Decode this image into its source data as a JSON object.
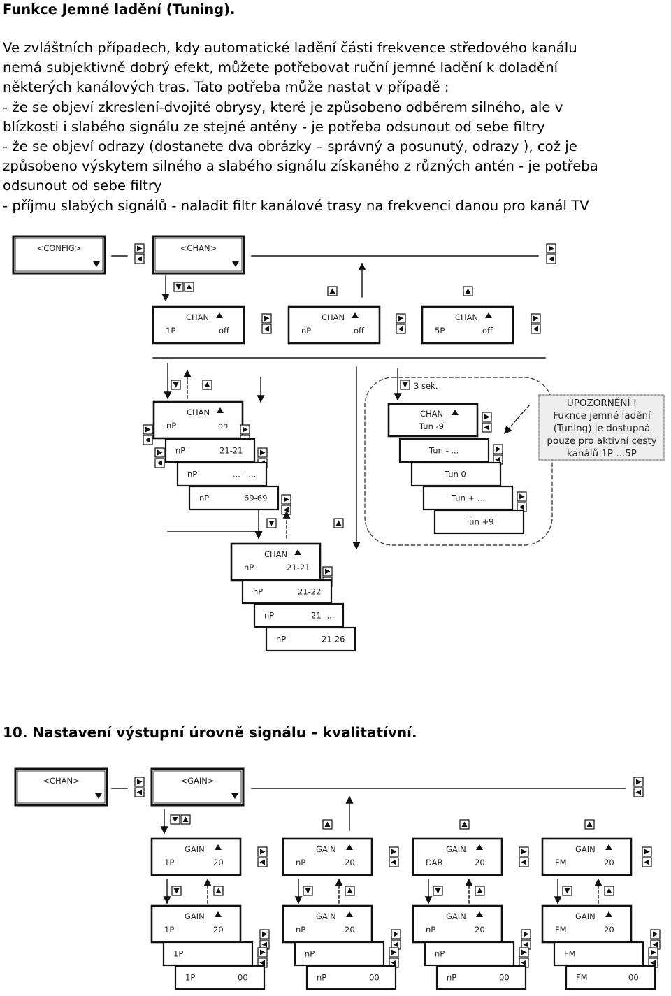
{
  "title": "Funkce Jemné ladění (Tuning).",
  "paragraph": [
    "Ve zvláštních případech, kdy automatické ladění části frekvence středového kanálu",
    "nemá subjektivně dobrý efekt, můžete potřebovat ruční jemné ladění k doladění",
    "některých kanálových tras. Tato potřeba může nastat v případě :",
    "- že se objeví zkreslení-dvojité obrysy, které je způsobeno odběrem silného, ale v",
    "blízkosti  i slabého signálu ze stejné antény - je potřeba odsunout od sebe filtry",
    "- že se objeví odrazy (dostanete dva obrázky – správný a posunutý, odrazy ), což je",
    "způsobeno výskytem silného a slabého signálu  získaného z různých antén - je potřeba",
    "odsunout od sebe filtry",
    "- příjmu slabých signálů - naladit filtr kanálové trasy na frekvenci danou pro kanál TV"
  ],
  "section2_title": "10. Nastavení výstupní úrovně signálu – kvalitatívní.",
  "diagram1": {
    "menu_config": "<CONFIG>",
    "menu_chan": "<CHAN>",
    "chan_boxes": [
      {
        "label": "CHAN",
        "ch": "1P",
        "val": "off"
      },
      {
        "label": "CHAN",
        "ch": "nP",
        "val": "off"
      },
      {
        "label": "CHAN",
        "ch": "5P",
        "val": "off"
      }
    ],
    "on_stack": [
      {
        "label": "CHAN",
        "ch": "nP",
        "val": "on"
      },
      {
        "ch": "nP",
        "val": "21-21"
      },
      {
        "ch": "nP",
        "val": "... - ..."
      },
      {
        "ch": "nP",
        "val": "69-69"
      }
    ],
    "sub_stack": [
      {
        "label": "CHAN",
        "ch": "nP",
        "val": "21-21"
      },
      {
        "ch": "nP",
        "val": "21-22"
      },
      {
        "ch": "nP",
        "val": "21- ..."
      },
      {
        "ch": "nP",
        "val": "21-26"
      }
    ],
    "delay_label": "3 sek.",
    "tun_stack": [
      {
        "label": "CHAN",
        "val": "Tun  -9"
      },
      {
        "val": "Tun - ..."
      },
      {
        "val": "Tun 0"
      },
      {
        "val": "Tun + ..."
      },
      {
        "val": "Tun +9"
      }
    ],
    "warning": [
      "UPOZORNĚNÍ !",
      "Fuknce jemné ladění",
      "(Tuning) je dostupná",
      "pouze pro aktivní cesty",
      "kanálů 1P ...5P"
    ]
  },
  "diagram2": {
    "menu_chan": "<CHAN>",
    "menu_gain": "<GAIN>",
    "columns": [
      {
        "label": "GAIN",
        "ch": "1P",
        "val": "20",
        "rows": [
          {
            "ch": "1P",
            "val": ""
          },
          {
            "ch": "1P",
            "val": "00"
          }
        ]
      },
      {
        "label": "GAIN",
        "ch": "nP",
        "val": "20",
        "rows": [
          {
            "ch": "nP",
            "val": ""
          },
          {
            "ch": "nP",
            "val": "00"
          }
        ]
      },
      {
        "label": "GAIN",
        "ch": "DAB",
        "val": "20",
        "sub_ch": "nP",
        "rows": [
          {
            "ch": "nP",
            "val": ""
          },
          {
            "ch": "nP",
            "val": "00"
          }
        ]
      },
      {
        "label": "GAIN",
        "ch": "FM",
        "val": "20",
        "rows": [
          {
            "ch": "FM",
            "val": ""
          },
          {
            "ch": "FM",
            "val": "00"
          }
        ]
      }
    ]
  }
}
